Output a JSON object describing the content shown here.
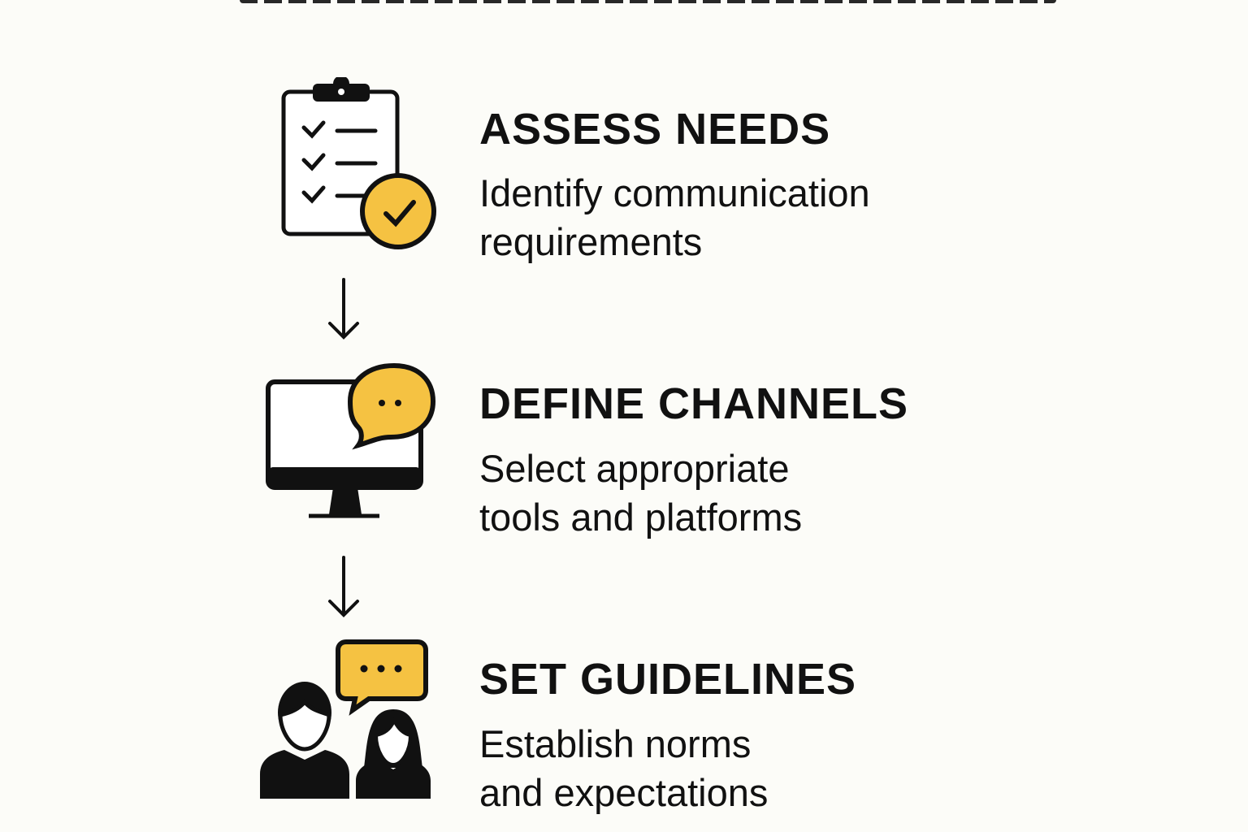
{
  "accent_color": "#f5c242",
  "steps": [
    {
      "icon": "clipboard-check-icon",
      "title": "ASSESS NEEDS",
      "line1": "Identify communication",
      "line2": "requirements"
    },
    {
      "icon": "monitor-chat-icon",
      "title": "DEFINE CHANNELS",
      "line1": "Select appropriate",
      "line2": "tools and platforms"
    },
    {
      "icon": "people-chat-icon",
      "title": "SET GUIDELINES",
      "line1": "Establish norms",
      "line2": "and expectations"
    }
  ]
}
